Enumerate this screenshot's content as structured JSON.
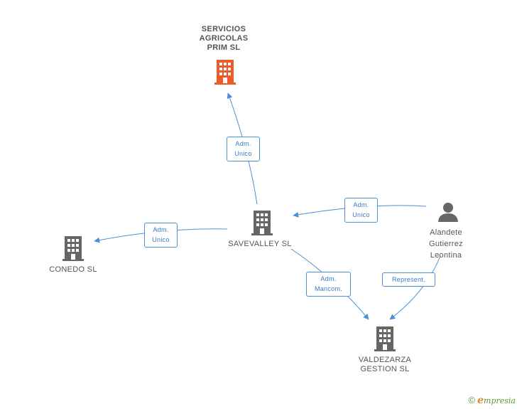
{
  "nodes": {
    "servicios": {
      "name_lines": [
        "SERVICIOS",
        "AGRICOLAS",
        "PRIM  SL"
      ],
      "type": "company",
      "color": "#f05a28"
    },
    "savevalley": {
      "name_lines": [
        "SAVEVALLEY SL"
      ],
      "type": "company",
      "color": "#666666"
    },
    "conedo": {
      "name_lines": [
        "CONEDO  SL"
      ],
      "type": "company",
      "color": "#666666"
    },
    "valdezarza": {
      "name_lines": [
        "VALDEZARZA",
        "GESTION SL"
      ],
      "type": "company",
      "color": "#666666"
    },
    "alandete": {
      "name_lines": [
        "Alandete",
        "Gutierrez",
        "Leontina"
      ],
      "type": "person",
      "color": "#666666"
    }
  },
  "edges": {
    "e1": {
      "label_lines": [
        "Adm.",
        "Unico"
      ],
      "from": "savevalley",
      "to": "servicios"
    },
    "e2": {
      "label_lines": [
        "Adm.",
        "Unico"
      ],
      "from": "savevalley",
      "to": "conedo"
    },
    "e3": {
      "label_lines": [
        "Adm.",
        "Unico"
      ],
      "from": "alandete",
      "to": "savevalley"
    },
    "e4": {
      "label_lines": [
        "Adm.",
        "Mancom."
      ],
      "from": "savevalley",
      "to": "valdezarza"
    },
    "e5": {
      "label_lines": [
        "Represent."
      ],
      "from": "alandete",
      "to": "valdezarza"
    }
  },
  "colors": {
    "edge": "#4a8fd8",
    "node_text": "#555555"
  },
  "footer": {
    "copyright": "©",
    "brand_initial": "e",
    "brand_rest": "mpresia"
  }
}
